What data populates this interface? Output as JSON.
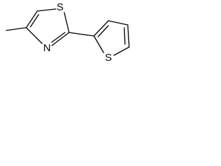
{
  "molecule": {
    "atoms": {
      "thiazole_sulfur": "S",
      "thiazole_nitrogen": "N",
      "thiophene_sulfur": "S"
    },
    "colors": {
      "bond": "#000000",
      "label": "#000000",
      "background": "#ffffff"
    }
  }
}
